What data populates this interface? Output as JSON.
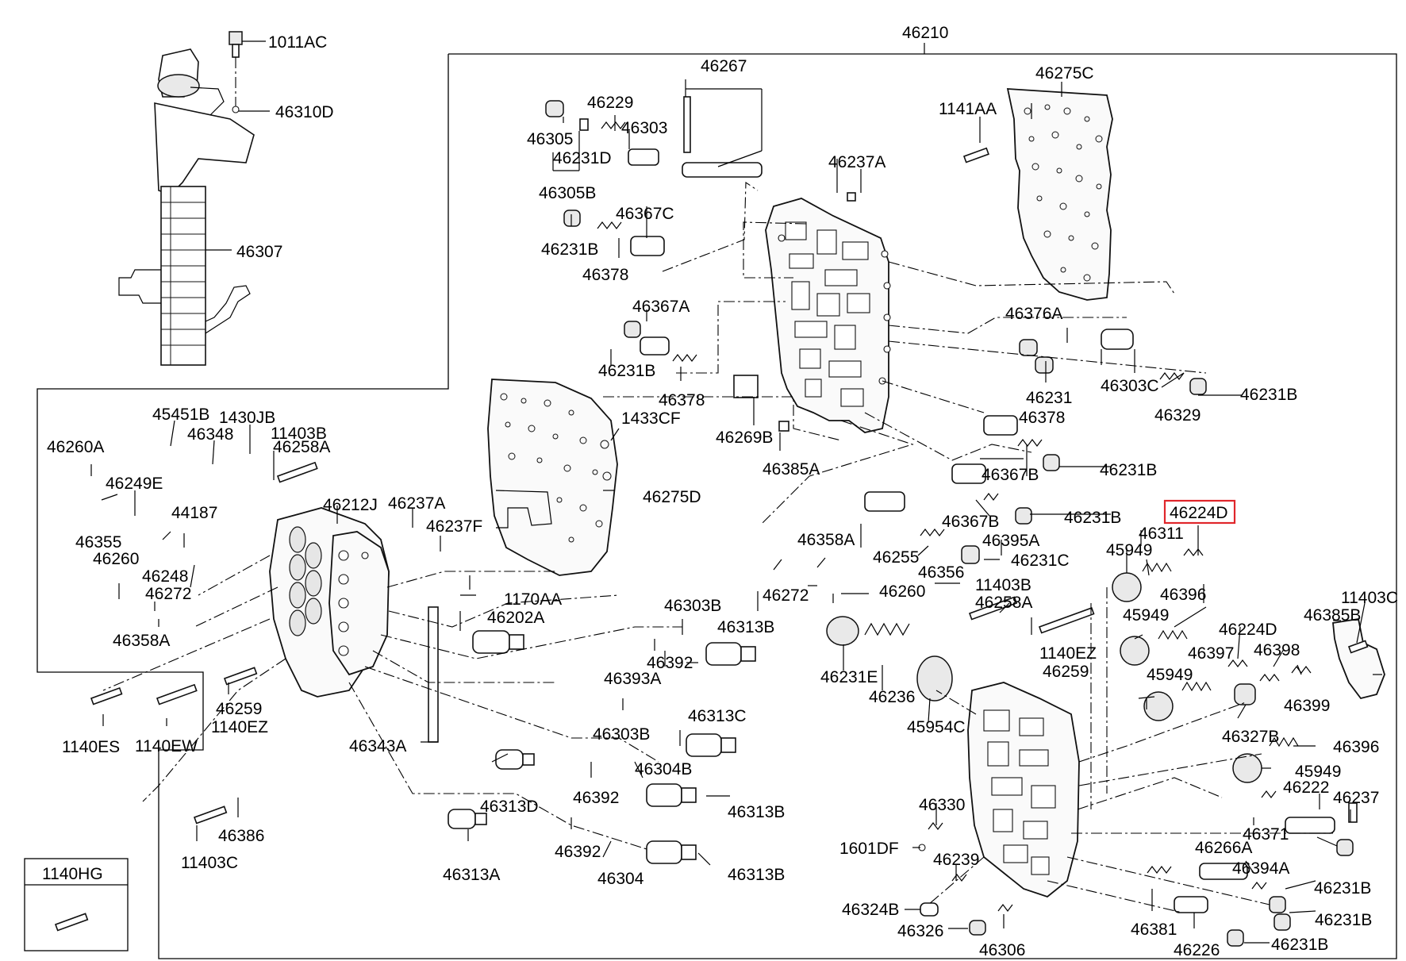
{
  "labels": {
    "p46210": "46210",
    "p1011AC": "1011AC",
    "p46310D": "46310D",
    "p46307": "46307",
    "p46267": "46267",
    "p46229": "46229",
    "p46303a": "46303",
    "p46305": "46305",
    "p46231D": "46231D",
    "p46305B": "46305B",
    "p46237Aa": "46237A",
    "p46275C": "46275C",
    "p1141AA": "1141AA",
    "p46231Ba": "46231B",
    "p46367C": "46367C",
    "p46378a": "46378",
    "p46367A": "46367A",
    "p46231Bb": "46231B",
    "p46378b": "46378",
    "p46269B": "46269B",
    "p46385A": "46385A",
    "p46376A": "46376A",
    "p46231": "46231",
    "p46303C": "46303C",
    "p46329": "46329",
    "p46231Bc": "46231B",
    "p46378c": "46378",
    "p46367Ba": "46367B",
    "p46231Bd": "46231B",
    "p46367Bb": "46367B",
    "p46395A": "46395A",
    "p46231Be": "46231B",
    "p46255": "46255",
    "p46356": "46356",
    "p46231C": "46231C",
    "p46224Da": "46224D",
    "p46311": "46311",
    "p45949a": "45949",
    "p1433CF": "1433CF",
    "p46275D": "46275D",
    "p45451B": "45451B",
    "p1430JB": "1430JB",
    "p11403Ba": "11403B",
    "p46348": "46348",
    "p46258Aa": "46258A",
    "p46260A": "46260A",
    "p46249E": "46249E",
    "p46212J": "46212J",
    "p46237Ab": "46237A",
    "p44187": "44187",
    "p46237F": "46237F",
    "p46355": "46355",
    "p46260a": "46260",
    "p46248": "46248",
    "p46272a": "46272",
    "p46358Aa": "46358A",
    "p46358Ab": "46358A",
    "p46272b": "46272",
    "p46260b": "46260",
    "p11403Bb": "11403B",
    "p46258Ab": "46258A",
    "p1170AA": "1170AA",
    "p46202A": "46202A",
    "p46303Ba": "46303B",
    "p46313Ba": "46313B",
    "p46392a": "46392",
    "p46393A": "46393A",
    "p46303Bb": "46303B",
    "p46313C": "46313C",
    "p46304B": "46304B",
    "p46392b": "46392",
    "p46313Bb": "46313B",
    "p46392c": "46392",
    "p46304": "46304",
    "p46313Bc": "46313B",
    "p46313D": "46313D",
    "p46313A": "46313A",
    "p46343A": "46343A",
    "p1140ES": "1140ES",
    "p1140EW": "1140EW",
    "p46259a": "46259",
    "p1140EZa": "1140EZ",
    "p46386": "46386",
    "p11403Ca": "11403C",
    "p1140HG": "1140HG",
    "p1140EZb": "1140EZ",
    "p46259b": "46259",
    "p46231E": "46231E",
    "p46236": "46236",
    "p45954C": "45954C",
    "p46396a": "46396",
    "p45949b": "45949",
    "p46224Db": "46224D",
    "p46397": "46397",
    "p46398": "46398",
    "p45949c": "45949",
    "p46399": "46399",
    "p46327B": "46327B",
    "p46396b": "46396",
    "p45949d": "45949",
    "p11403Cb": "11403C",
    "p46385B": "46385B",
    "p46330": "46330",
    "p1601DF": "1601DF",
    "p46239": "46239",
    "p46222": "46222",
    "p46237": "46237",
    "p46371": "46371",
    "p46266A": "46266A",
    "p46394A": "46394A",
    "p46231Bf": "46231B",
    "p46231Bg": "46231B",
    "p46231Bh": "46231B",
    "p46324B": "46324B",
    "p46326": "46326",
    "p46306": "46306",
    "p46381": "46381",
    "p46226": "46226"
  }
}
